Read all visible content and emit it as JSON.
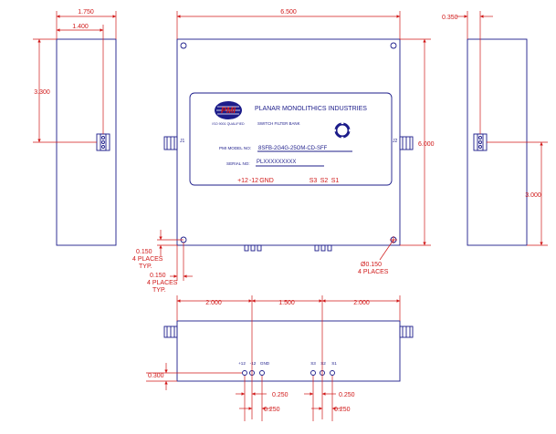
{
  "drawing": {
    "colors": {
      "body": "#1c1c8a",
      "dimension": "#d01818",
      "logo": "#1c1c8a"
    },
    "left_view": {
      "dim_width_total": "1.750",
      "dim_width_center": "1.400",
      "dim_height_center": "3.300"
    },
    "front_view": {
      "dim_width": "6.500",
      "dim_height": "6.000",
      "port_left": "J1",
      "port_right": "J2",
      "hole_dim_x": "0.150",
      "hole_dim_x_note": "4 PLACES",
      "hole_dim_x_note2": "TYP.",
      "hole_dim_y": "0.150",
      "hole_dim_y_note": "4 PLACES",
      "hole_dim_y_note2": "TYP.",
      "hole_dia": "Ø0.150",
      "hole_dia_note": "4 PLACES",
      "label": {
        "logo_text": "PMI",
        "logo_sub": "ISO 9001 QUALIFIED",
        "company": "PLANAR MONOLITHICS INDUSTRIES",
        "product": "SWITCH FILTER BANK",
        "model_label": "PMI MODEL NO:",
        "model_value": "8SFB-2G4G-25OM-CD-SFF",
        "serial_label": "SERIAL NO:",
        "serial_value": "PLXXXXXXXXX",
        "pins_left": [
          "+12",
          "-12",
          "GND"
        ],
        "pins_right": [
          "S3",
          "S2",
          "S1"
        ]
      }
    },
    "right_view": {
      "dim_offset": "0.350",
      "dim_height_lower": "3.000"
    },
    "bottom_view": {
      "dim_left": "2.000",
      "dim_middle": "1.500",
      "dim_right": "2.000",
      "dim_pin_height": "0.300",
      "pins": [
        "+12",
        "-12",
        "GND",
        "S3",
        "S2",
        "S1"
      ],
      "pitch": [
        "0.250",
        "0.250",
        "0.250",
        "0.250"
      ]
    }
  }
}
